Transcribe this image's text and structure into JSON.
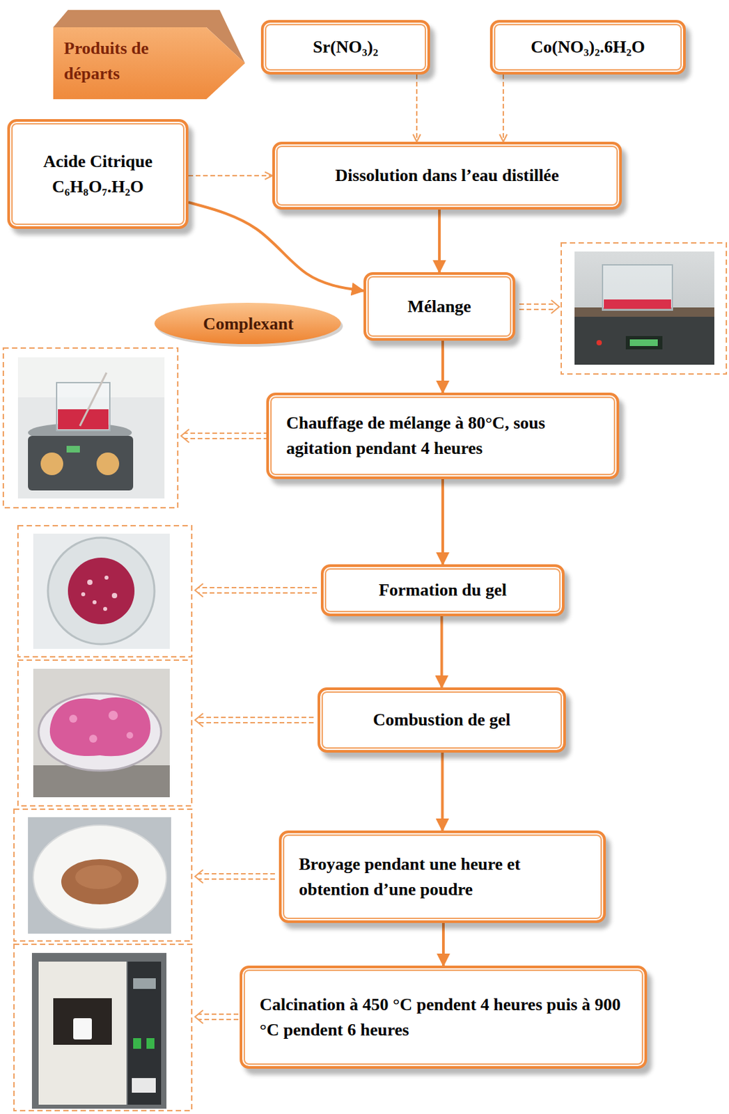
{
  "diagram": {
    "nodes": [
      {
        "text": [
          "Produits de départs"
        ]
      },
      {
        "text": [
          "Sr(NO₃)₂"
        ]
      },
      {
        "text": [
          "Co(NO₃)₂.6H₂O"
        ]
      },
      {
        "text": [
          "Acide Citrique C₆H₈O₇.H₂O"
        ]
      },
      {
        "text": [
          "Dissolution dans l’eau distillée"
        ]
      },
      {
        "text": [
          "Mélange"
        ]
      },
      {
        "text": [
          "Complexant"
        ]
      },
      {
        "text": [
          "Chauffage de mélange à 80°C, sous agitation pendant 4 heures"
        ]
      },
      {
        "text": [
          "Formation du gel"
        ]
      },
      {
        "text": [
          "Combustion de gel"
        ]
      },
      {
        "text": [
          "Broyage pendant une heure et obtention d’une poudre"
        ]
      },
      {
        "text": [
          "Calcination à 450 °C pendent 4 heures puis à 900 °C pendent 6 heures"
        ]
      }
    ],
    "edges": [
      {
        "from": 1,
        "to": 4,
        "arrow": "to"
      },
      {
        "from": 2,
        "to": 4,
        "arrow": "to"
      },
      {
        "from": 3,
        "to": 4,
        "arrow": "to"
      },
      {
        "from": 4,
        "to": 5,
        "arrow": "to"
      },
      {
        "from": 3,
        "to": 5,
        "arrow": "to"
      },
      {
        "from": 5,
        "to": 7,
        "arrow": "to"
      },
      {
        "from": 7,
        "to": 8,
        "arrow": "to"
      },
      {
        "from": 8,
        "to": 9,
        "arrow": "to"
      },
      {
        "from": 9,
        "to": 10,
        "arrow": "to"
      },
      {
        "from": 10,
        "to": 11,
        "arrow": "to"
      }
    ]
  }
}
